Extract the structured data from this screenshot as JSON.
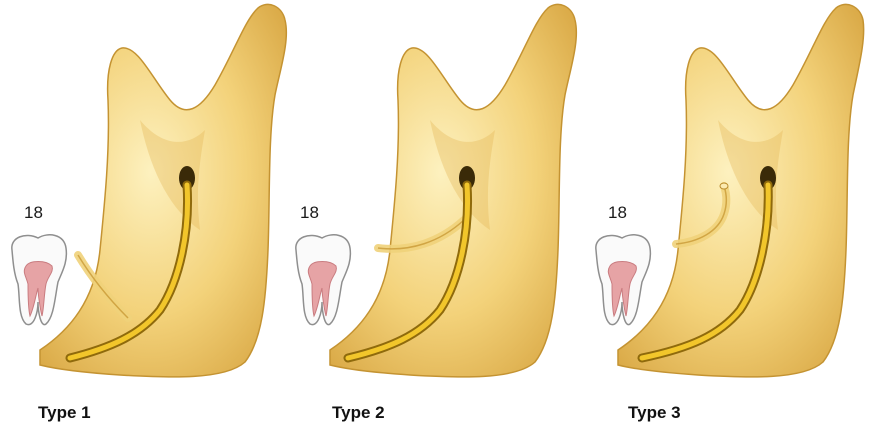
{
  "panels": [
    {
      "tooth_label": "18",
      "type_label": "Type 1"
    },
    {
      "tooth_label": "18",
      "type_label": "Type 2"
    },
    {
      "tooth_label": "18",
      "type_label": "Type 3"
    }
  ],
  "colors": {
    "bone_light": "#fbe9a6",
    "bone_mid": "#efc866",
    "bone_dark": "#c9962f",
    "canal": "#e3b21c",
    "canal_dark": "#9c7410",
    "tooth_outline": "#9a9a9a",
    "pulp": "#e6a3a5",
    "text": "#111111"
  }
}
